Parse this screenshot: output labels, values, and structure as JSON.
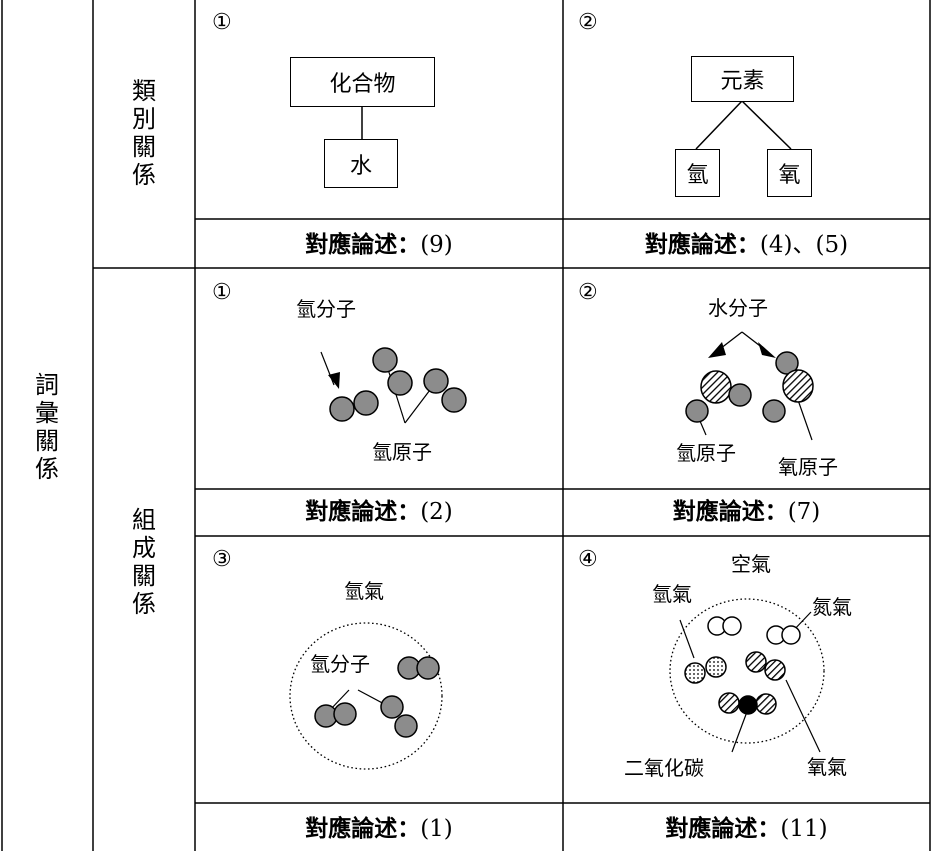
{
  "row_headers": {
    "vocab": "詞彙關係",
    "category": "類別關係",
    "composition": "組成關係"
  },
  "cells": {
    "cat1": {
      "number": "①",
      "parent": "化合物",
      "child": "水",
      "caption_label": "對應論述：",
      "caption_value": "(9)"
    },
    "cat2": {
      "number": "②",
      "parent": "元素",
      "child_left": "氫",
      "child_right": "氧",
      "caption_label": "對應論述：",
      "caption_value": "(4)、(5)"
    },
    "comp1": {
      "number": "①",
      "molecule_label": "氫分子",
      "atom_label": "氫原子",
      "caption_label": "對應論述：",
      "caption_value": "(2)"
    },
    "comp2": {
      "number": "②",
      "molecule_label": "水分子",
      "atom_left_label": "氫原子",
      "atom_right_label": "氧原子",
      "caption_label": "對應論述：",
      "caption_value": "(7)"
    },
    "comp3": {
      "number": "③",
      "gas_label": "氫氣",
      "molecule_label": "氫分子",
      "caption_label": "對應論述：",
      "caption_value": "(1)"
    },
    "comp4": {
      "number": "④",
      "title": "空氣",
      "label_hydrogen": "氫氣",
      "label_nitrogen": "氮氣",
      "label_co2": "二氧化碳",
      "label_oxygen": "氧氣",
      "caption_label": "對應論述：",
      "caption_value": "(11)"
    }
  },
  "colors": {
    "atom_gray": "#8c8c8c",
    "stroke": "#000000"
  }
}
